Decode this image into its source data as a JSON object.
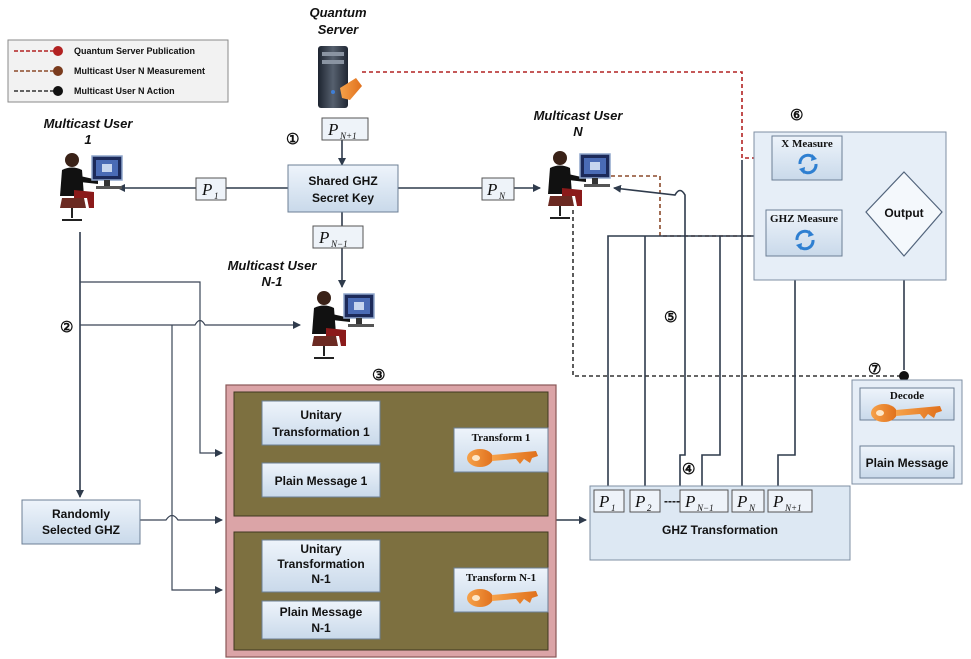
{
  "legend": [
    {
      "label": "Quantum Server Publication",
      "color": "#b22222",
      "dot": "#b22222"
    },
    {
      "label": "Multicast User N Measurement",
      "color": "#8b4a2b",
      "dot": "#7a3b1e"
    },
    {
      "label": "Multicast User N Action",
      "color": "#333333",
      "dot": "#111111"
    }
  ],
  "nodes": {
    "server": {
      "line1": "Quantum",
      "line2": "Server"
    },
    "user1": {
      "line1": "Multicast User",
      "line2": "1"
    },
    "userN": {
      "line1": "Multicast User",
      "line2": "N"
    },
    "userN1": {
      "line1": "Multicast User",
      "line2": "N-1"
    },
    "shared_key": {
      "line1": "Shared GHZ",
      "line2": "Secret Key"
    },
    "random_ghz": {
      "line1": "Randomly",
      "line2": "Selected GHZ"
    },
    "unitary1": {
      "line1": "Unitary",
      "line2": "Transformation 1"
    },
    "plain1": {
      "line1": "Plain Message 1"
    },
    "transform1": {
      "line1": "Transform 1"
    },
    "unitaryN1": {
      "line1": "Unitary",
      "line2": "Transformation",
      "line3": "N-1"
    },
    "plainN1": {
      "line1": "Plain Message",
      "line2": "N-1"
    },
    "transformN1": {
      "line1": "Transform N-1"
    },
    "ghz_transformation": {
      "line1": "GHZ Transformation"
    },
    "x_measure": {
      "line1": "X Measure"
    },
    "ghz_measure": {
      "line1": "GHZ Measure"
    },
    "output": {
      "line1": "Output"
    },
    "decode": {
      "line1": "Decode"
    },
    "plain_message": {
      "line1": "Plain Message"
    }
  },
  "particles": {
    "p_n1_top": {
      "main": "P",
      "sub": "N+1"
    },
    "p_1": {
      "main": "P",
      "sub": "1"
    },
    "p_n": {
      "main": "P",
      "sub": "N"
    },
    "p_nm1": {
      "main": "P",
      "sub": "N−1"
    },
    "row": [
      {
        "main": "P",
        "sub": "1"
      },
      {
        "main": "P",
        "sub": "2"
      },
      {
        "main": "P",
        "sub": "N−1"
      },
      {
        "main": "P",
        "sub": "N"
      },
      {
        "main": "P",
        "sub": "N+1"
      }
    ],
    "row_dots": "----"
  },
  "steps": [
    "①",
    "②",
    "③",
    "④",
    "⑤",
    "⑥",
    "⑦"
  ]
}
